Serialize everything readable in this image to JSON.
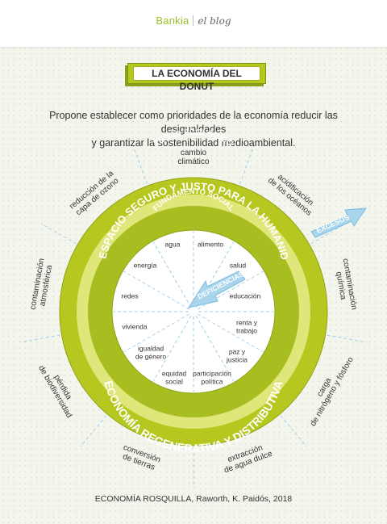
{
  "header": {
    "brand": "Bankia",
    "blog": "el blog"
  },
  "title": "LA ECONOMÍA DEL DONUT",
  "intro": [
    "Propone establecer como prioridades de la economía reducir las desigualdades",
    "y garantizar la sostenibilidad medioambiental."
  ],
  "ring_labels": {
    "ceiling": "TECHO ECOLÓGICO",
    "upper": "EL ESPACIO SEGURO Y JUSTO PARA LA HUMANIDAD",
    "lower": "ECONOMÍA REGENERATIVA Y DISTRIBUTIVA",
    "foundation": "FUNDAMENTO SOCIAL"
  },
  "arrows": {
    "excesos": "EXCESOS",
    "deficiencias": "DEFICIENCIAS"
  },
  "ceiling_items": [
    [
      "cambio",
      "climático"
    ],
    [
      "acidificación",
      "de los océanos"
    ],
    [
      "contaminación",
      "química"
    ],
    [
      "carga",
      "de nitrógeno y fósforo"
    ],
    [
      "extracción",
      "de agua dulce"
    ],
    [
      "conversión",
      "de tierras"
    ],
    [
      "pérdida",
      "de biodiversidad"
    ],
    [
      "contaminación",
      "atmosférica"
    ],
    [
      "reducción de la",
      "capa de ozono"
    ]
  ],
  "social_items": [
    [
      "agua"
    ],
    [
      "alimento"
    ],
    [
      "salud"
    ],
    [
      "educación"
    ],
    [
      "renta y",
      "trabajo"
    ],
    [
      "paz y",
      "justicia"
    ],
    [
      "participación",
      "política"
    ],
    [
      "equidad",
      "social"
    ],
    [
      "igualdad",
      "de género"
    ],
    [
      "vivienda"
    ],
    [
      "redes"
    ],
    [
      "energía"
    ]
  ],
  "colors": {
    "outer_ring": "#b6c81f",
    "inner_ring": "#aabf1f",
    "band": "#dfe67a",
    "arrow": "#a8d4ec",
    "arrow_border": "#7fbcdd"
  },
  "footer": "ECONOMÍA ROSQUILLA, Raworth, K. Paidós, 2018"
}
